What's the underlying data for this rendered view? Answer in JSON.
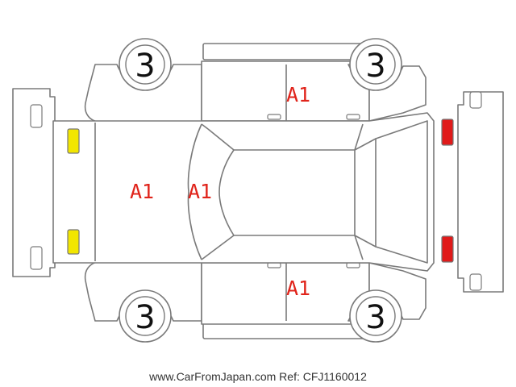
{
  "diagram": {
    "tire_tread": {
      "front_left": "3",
      "rear_left": "3",
      "front_right": "3",
      "rear_right": "3"
    },
    "damage_marks": {
      "hood": "A1",
      "windshield": "A1",
      "left_doors": "A1",
      "right_doors": "A1"
    },
    "lamp_colors": {
      "front": "#f2e600",
      "rear": "#e01a1a"
    }
  },
  "footer": {
    "watermark": "www.CarFromJapan.com Ref: CFJ1160012"
  }
}
